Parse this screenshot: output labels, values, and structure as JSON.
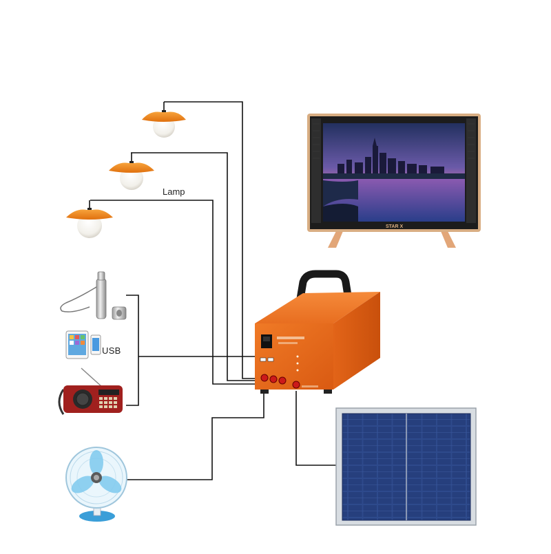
{
  "labels": {
    "lamp": "Lamp",
    "usb": "USB",
    "tv_brand": "STAR X"
  },
  "colors": {
    "wire": "#111111",
    "box_orange": "#e8691c",
    "lamp_shade": "#f08a1c",
    "panel_blue": "#2b3e78",
    "tv_gold": "#d9a675",
    "fan_blue": "#5fb9e6"
  },
  "icons": [
    "pendant-lamp-icon",
    "flashlight-icon",
    "tablet-phone-icon",
    "radio-icon",
    "desk-fan-icon",
    "television-icon",
    "power-box-icon",
    "solar-panel-icon"
  ]
}
